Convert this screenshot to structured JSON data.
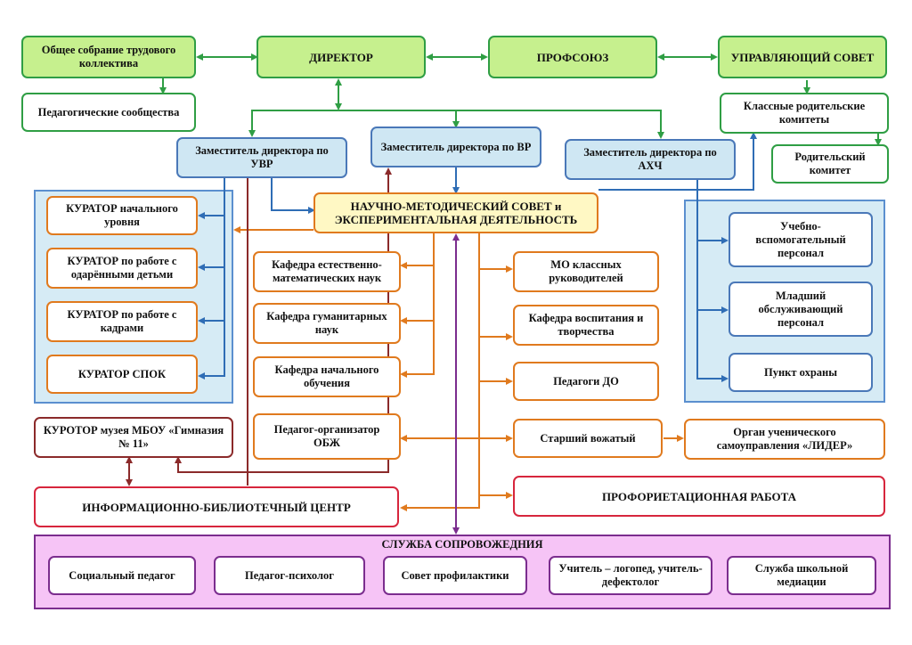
{
  "boxes": {
    "general_meeting": "Общее собрание трудового коллектива",
    "director": "ДИРЕКТОР",
    "trade_union": "ПРОФСОЮЗ",
    "managing_council": "УПРАВЛЯЮЩИЙ СОВЕТ",
    "pedagogical_communities": "Педагогические сообщества",
    "class_parent_committees": "Классные родительские комитеты",
    "parent_committee": "Родительский комитет",
    "deputy_uvr": "Заместитель директора по УВР",
    "deputy_vr": "Заместитель директора по ВР",
    "deputy_ahch": "Заместитель директора по АХЧ",
    "scientific_council": "НАУЧНО-МЕТОДИЧЕСКИЙ СОВЕТ и ЭКСПЕРИМЕНТАЛЬНАЯ ДЕЯТЕЛЬНОСТЬ",
    "curator_primary": "КУРАТОР начального уровня",
    "curator_gifted": "КУРАТОР по работе с одарёнными детьми",
    "curator_staff": "КУРАТОР по работе с кадрами",
    "curator_spok": "КУРАТОР СПОК",
    "dept_science": "Кафедра естественно-математических наук",
    "dept_humanities": "Кафедра гуманитарных наук",
    "dept_primary": "Кафедра начального обучения",
    "obzh": "Педагог-организатор ОБЖ",
    "mo_class": "МО классных руководителей",
    "dept_upbringing": "Кафедра воспитания и творчества",
    "pedagogues_do": "Педагоги ДО",
    "senior_counselor": "Старший вожатый",
    "student_gov": "Орган ученического самоуправления «ЛИДЕР»",
    "educational_support": "Учебно-вспомогательный персонал",
    "junior_service": "Младший обслуживающий персонал",
    "security": "Пункт охраны",
    "museum_curator": "КУРОТОР музея МБОУ «Гимназия № 11»",
    "library_center": "ИНФОРМАЦИОННО-БИБЛИОТЕЧНЫЙ ЦЕНТР",
    "career_guidance": "ПРОФОРИЕТАЦИОННАЯ РАБОТА"
  },
  "support_service": {
    "title": "СЛУЖБА СОПРОВОЖЕДНИЯ",
    "items": [
      "Социальный педагог",
      "Педагог-психолог",
      "Совет профилактики",
      "Учитель – логопед, учитель-дефектолог",
      "Служба школьной медиации"
    ]
  },
  "colors": {
    "green": "#2f9e44",
    "light_green": "#c6f08e",
    "blue": "#4a78b8",
    "light_blue": "#cfe7f3",
    "orange": "#e07a1e",
    "yellow": "#fff8c4",
    "red": "#d7263d",
    "purple": "#7b2d8e",
    "pink": "#f6c4f6",
    "brown": "#8b2a2a"
  }
}
